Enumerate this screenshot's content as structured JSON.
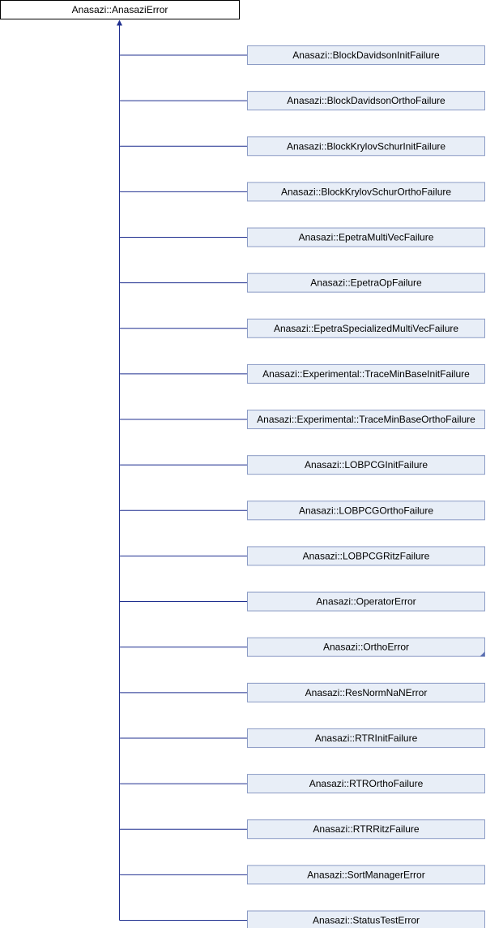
{
  "diagram": {
    "type": "inheritance",
    "colors": {
      "root_fill": "#ffffff",
      "root_border": "#000000",
      "child_fill": "#e8eef7",
      "child_border": "#8c9cc5",
      "edge": "#1f2f8f",
      "text": "#000000"
    },
    "root": {
      "label": "Anasazi::AnasaziError"
    },
    "children": [
      {
        "label": "Anasazi::BlockDavidsonInitFailure",
        "has_subclasses": false
      },
      {
        "label": "Anasazi::BlockDavidsonOrthoFailure",
        "has_subclasses": false
      },
      {
        "label": "Anasazi::BlockKrylovSchurInitFailure",
        "has_subclasses": false
      },
      {
        "label": "Anasazi::BlockKrylovSchurOrthoFailure",
        "has_subclasses": false
      },
      {
        "label": "Anasazi::EpetraMultiVecFailure",
        "has_subclasses": false
      },
      {
        "label": "Anasazi::EpetraOpFailure",
        "has_subclasses": false
      },
      {
        "label": "Anasazi::EpetraSpecializedMultiVecFailure",
        "has_subclasses": false
      },
      {
        "label": "Anasazi::Experimental::TraceMinBaseInitFailure",
        "has_subclasses": false
      },
      {
        "label": "Anasazi::Experimental::TraceMinBaseOrthoFailure",
        "has_subclasses": false
      },
      {
        "label": "Anasazi::LOBPCGInitFailure",
        "has_subclasses": false
      },
      {
        "label": "Anasazi::LOBPCGOrthoFailure",
        "has_subclasses": false
      },
      {
        "label": "Anasazi::LOBPCGRitzFailure",
        "has_subclasses": false
      },
      {
        "label": "Anasazi::OperatorError",
        "has_subclasses": false
      },
      {
        "label": "Anasazi::OrthoError",
        "has_subclasses": true
      },
      {
        "label": "Anasazi::ResNormNaNError",
        "has_subclasses": false
      },
      {
        "label": "Anasazi::RTRInitFailure",
        "has_subclasses": false
      },
      {
        "label": "Anasazi::RTROrthoFailure",
        "has_subclasses": false
      },
      {
        "label": "Anasazi::RTRRitzFailure",
        "has_subclasses": false
      },
      {
        "label": "Anasazi::SortManagerError",
        "has_subclasses": false
      },
      {
        "label": "Anasazi::StatusTestError",
        "has_subclasses": false
      }
    ]
  }
}
